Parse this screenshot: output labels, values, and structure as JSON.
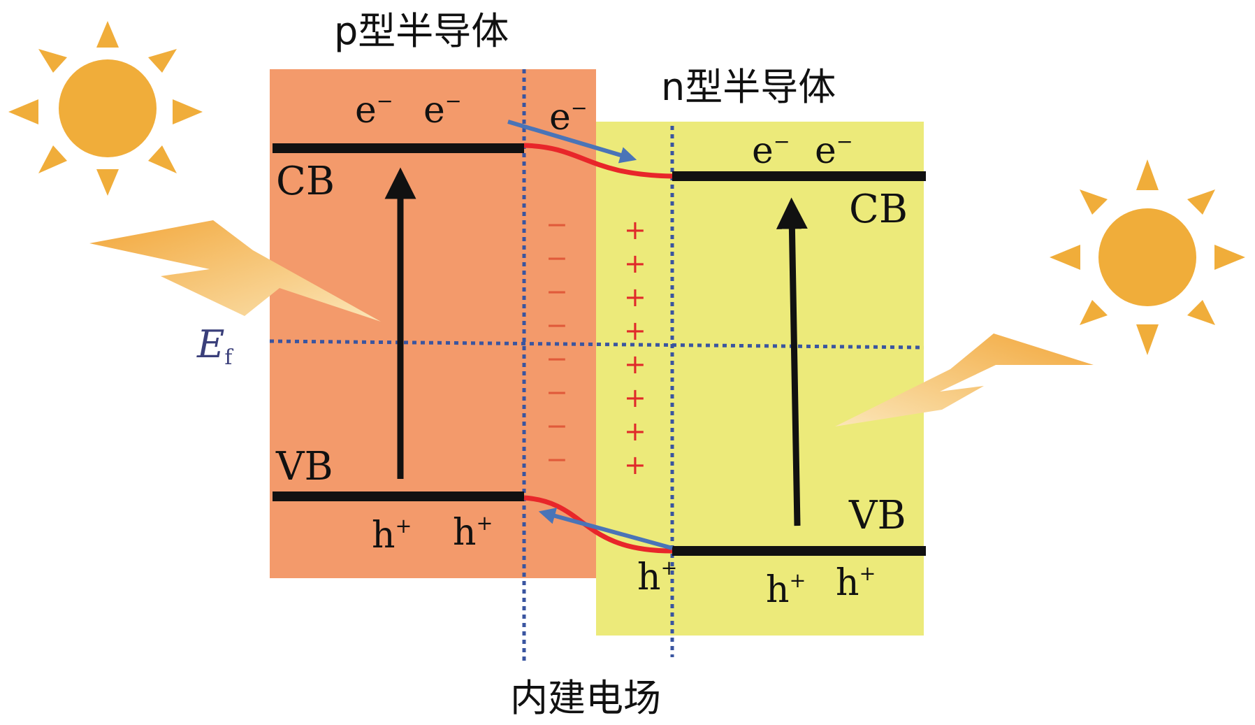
{
  "colors": {
    "p_region": "#f39a6b",
    "n_region": "#ecea7a",
    "band_line": "#111111",
    "bent_band": "#e8262a",
    "flow_arrow": "#4a74b7",
    "dotted": "#3a55a0",
    "sun": "#f0ad3a",
    "minus": "#e05a3a",
    "plus": "#e02a2a",
    "fermi_label": "#3a3f7a"
  },
  "icons": {
    "sun_left": "sun-icon",
    "sun_right": "sun-icon",
    "bolt_left": "lightning-icon",
    "bolt_right": "lightning-icon"
  },
  "labels": {
    "p_title": "p型半导体",
    "n_title": "n型半导体",
    "field": "内建电场",
    "cb_p": "CB",
    "vb_p": "VB",
    "cb_n": "CB",
    "vb_n": "VB",
    "fermi_main": "E",
    "fermi_sub": "f",
    "electron_base": "e",
    "electron_sup": "−",
    "hole_base": "h",
    "hole_sup": "+",
    "minus": "−",
    "plus": "+"
  }
}
